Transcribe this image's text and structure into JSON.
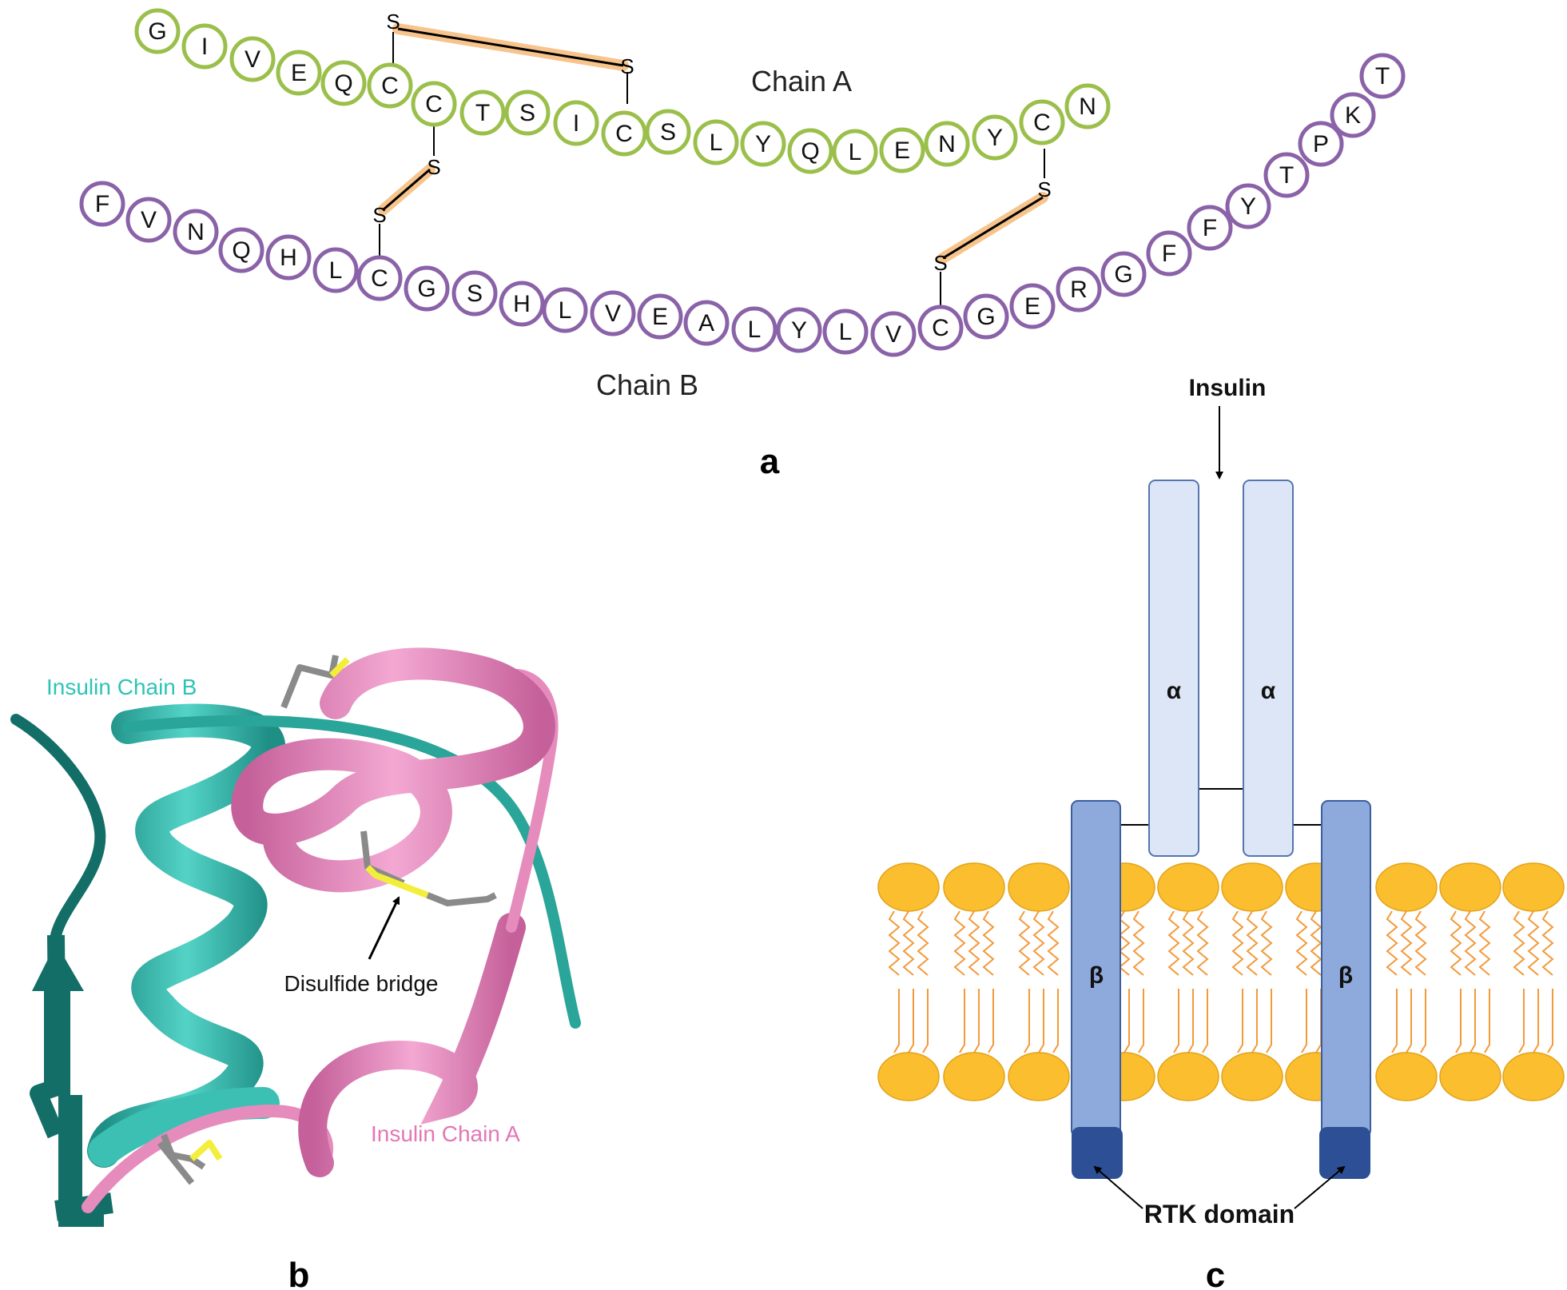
{
  "panel_a": {
    "chain_a": {
      "label": "Chain A",
      "residues": [
        "G",
        "I",
        "V",
        "E",
        "Q",
        "C",
        "C",
        "T",
        "S",
        "I",
        "C",
        "S",
        "L",
        "Y",
        "Q",
        "L",
        "E",
        "N",
        "Y",
        "C",
        "N"
      ],
      "ring_color": "#9bbf4b"
    },
    "chain_b": {
      "label": "Chain B",
      "residues": [
        "F",
        "V",
        "N",
        "Q",
        "H",
        "L",
        "C",
        "G",
        "S",
        "H",
        "L",
        "V",
        "E",
        "A",
        "L",
        "Y",
        "L",
        "V",
        "C",
        "G",
        "E",
        "R",
        "G",
        "F",
        "F",
        "Y",
        "T",
        "P",
        "K",
        "T"
      ],
      "ring_color": "#8a62a8"
    },
    "sulfur_symbol": "S",
    "bond_highlight_color": "#f7c48c",
    "panel_label": "a"
  },
  "panel_b": {
    "chain_b_label": "Insulin Chain B",
    "chain_a_label": "Insulin Chain A",
    "bridge_label": "Disulfide bridge",
    "panel_label": "b",
    "colors": {
      "chain_b": "#2aa59a",
      "chain_a": "#e68cbd",
      "sulfur": "#f2ee3a",
      "carbon": "#8a8a8a"
    }
  },
  "panel_c": {
    "ligand_label": "Insulin",
    "alpha_symbol": "α",
    "beta_symbol": "β",
    "domain_label": "RTK domain",
    "panel_label": "c",
    "colors": {
      "alpha": "#dde6f6",
      "beta": "#8ea9dc",
      "rtk": "#2c4f96",
      "lipid_head": "#fbbe2e",
      "lipid_tail": "#f39a3a"
    }
  }
}
